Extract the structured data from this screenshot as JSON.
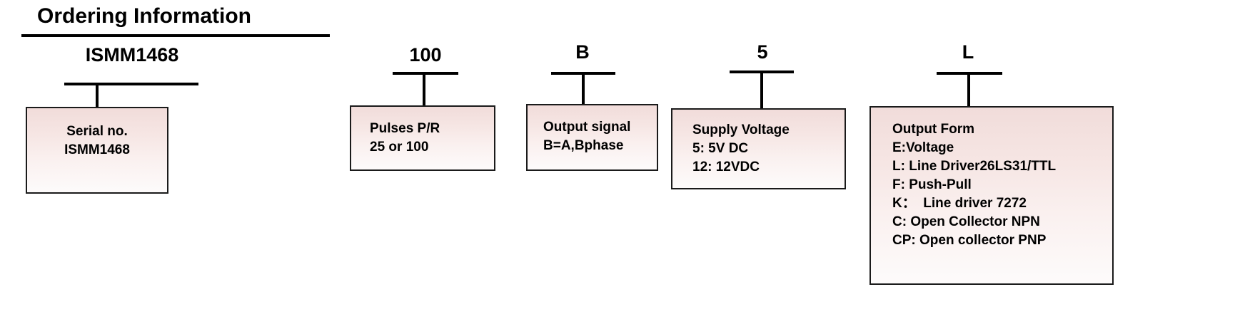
{
  "page": {
    "title": "Ordering Information"
  },
  "code_labels": [
    {
      "name": "serial-code",
      "value": "ISMM1468"
    },
    {
      "name": "pulses-code",
      "value": "100"
    },
    {
      "name": "output-signal-code",
      "value": "B"
    },
    {
      "name": "supply-voltage-code",
      "value": "5"
    },
    {
      "name": "output-form-code",
      "value": "L"
    }
  ],
  "boxes": [
    {
      "name": "serial-no-box",
      "lines": [
        "Serial no.",
        "ISMM1468"
      ],
      "align": "center"
    },
    {
      "name": "pulses-box",
      "lines": [
        "Pulses P/R",
        "25 or 100"
      ],
      "align": "left"
    },
    {
      "name": "output-signal-box",
      "lines": [
        "Output signal",
        "B=A,Bphase"
      ],
      "align": "left"
    },
    {
      "name": "supply-voltage-box",
      "lines": [
        "Supply Voltage",
        "5: 5V DC",
        "12: 12VDC"
      ],
      "align": "left"
    },
    {
      "name": "output-form-box",
      "lines": [
        "Output Form",
        "E:Voltage",
        "L: Line Driver26LS31/TTL",
        "F: Push-Pull",
        "K：  Line driver 7272",
        "C: Open Collector NPN",
        "CP: Open collector PNP"
      ],
      "align": "left"
    }
  ],
  "colors": {
    "box_fill_top": "#f1dcda",
    "box_fill_bottom": "#fdfbfb",
    "border": "#1a1a1a",
    "text": "#000000"
  }
}
